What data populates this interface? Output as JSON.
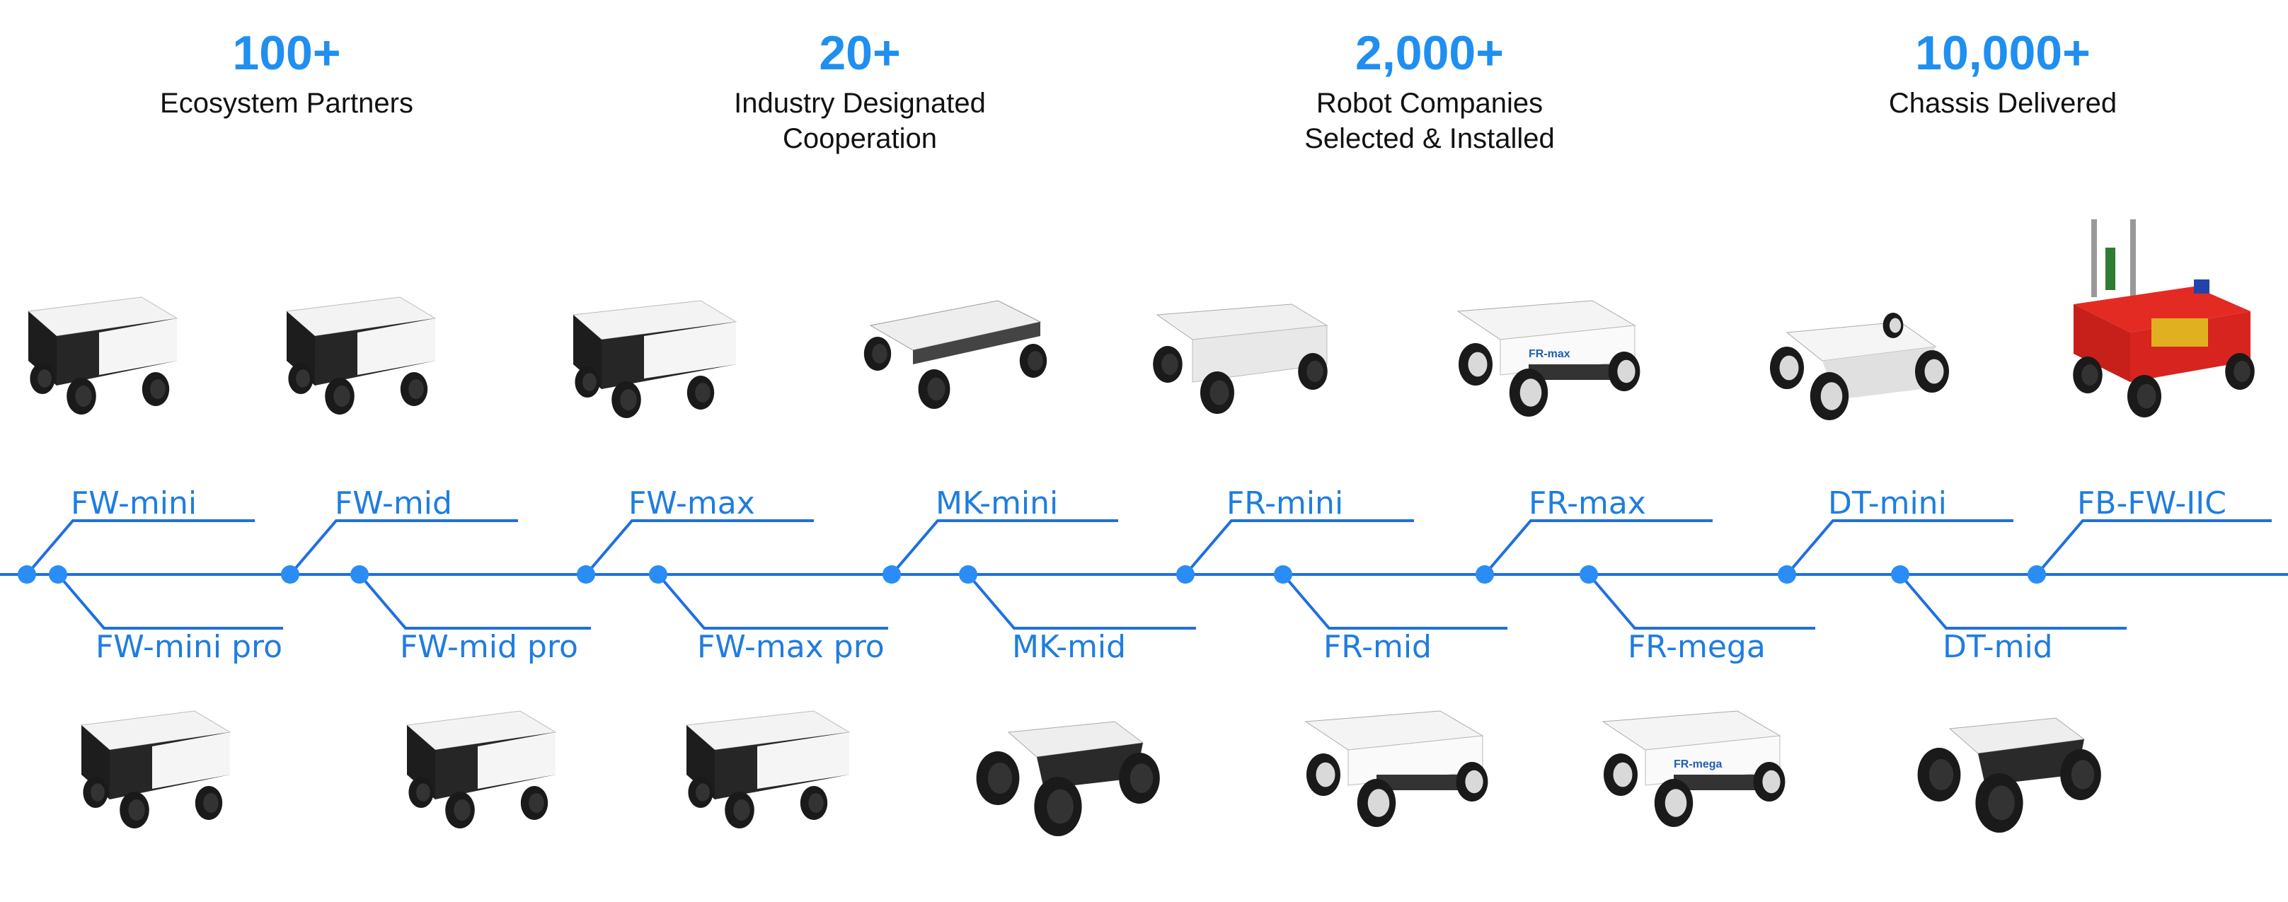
{
  "stats": [
    {
      "value": "100+",
      "label_line1": "Ecosystem Partners",
      "label_line2": ""
    },
    {
      "value": "20+",
      "label_line1": "Industry Designated",
      "label_line2": "Cooperation"
    },
    {
      "value": "2,000+",
      "label_line1": "Robot Companies",
      "label_line2": "Selected & Installed"
    },
    {
      "value": "10,000+",
      "label_line1": "Chassis Delivered",
      "label_line2": ""
    }
  ],
  "top_models": [
    "FW-mini",
    "FW-mid",
    "FW-max",
    "MK-mini",
    "FR-mini",
    "FR-max",
    "DT-mini",
    "FB-FW-IIC"
  ],
  "bottom_models": [
    "FW-mini pro",
    "FW-mid pro",
    "FW-max pro",
    "MK-mid",
    "FR-mid",
    "FR-mega",
    "DT-mid"
  ],
  "chassis_badges": {
    "fr_max": "FR-max",
    "fr_mega": "FR-mega"
  },
  "colors": {
    "accent": "#1f8ff0",
    "timeline": "#1f6fe0",
    "label": "#1f7de0"
  }
}
